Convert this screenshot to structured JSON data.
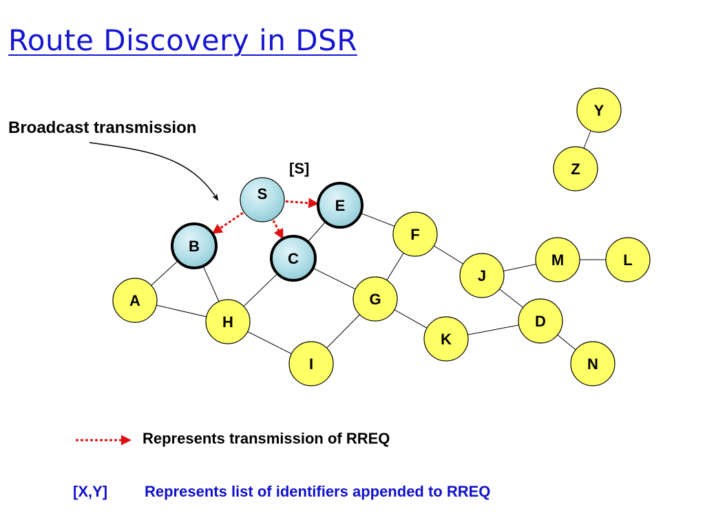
{
  "title": "Route Discovery in DSR",
  "broadcast_label": "Broadcast transmission",
  "route_record_label": "[S]",
  "legend": {
    "rreq_text": "Represents transmission of RREQ",
    "list_key": "[X,Y]",
    "list_text": "Represents list of identifiers appended to RREQ"
  },
  "colors": {
    "node_fill": "#ffff66",
    "visited_fill": "#a9dce6",
    "rreq_arrow": "#e01010",
    "title": "#1414d2"
  },
  "diagram": {
    "nodes": [
      {
        "id": "S",
        "state": "source"
      },
      {
        "id": "E",
        "state": "received"
      },
      {
        "id": "B",
        "state": "received"
      },
      {
        "id": "C",
        "state": "received"
      },
      {
        "id": "A",
        "state": "idle"
      },
      {
        "id": "H",
        "state": "idle"
      },
      {
        "id": "I",
        "state": "idle"
      },
      {
        "id": "G",
        "state": "idle"
      },
      {
        "id": "F",
        "state": "idle"
      },
      {
        "id": "K",
        "state": "idle"
      },
      {
        "id": "J",
        "state": "idle"
      },
      {
        "id": "M",
        "state": "idle"
      },
      {
        "id": "L",
        "state": "idle"
      },
      {
        "id": "D",
        "state": "idle"
      },
      {
        "id": "N",
        "state": "idle"
      },
      {
        "id": "Y",
        "state": "idle"
      },
      {
        "id": "Z",
        "state": "idle"
      }
    ],
    "links": [
      [
        "B",
        "A"
      ],
      [
        "B",
        "H"
      ],
      [
        "A",
        "H"
      ],
      [
        "C",
        "H"
      ],
      [
        "C",
        "G"
      ],
      [
        "E",
        "C"
      ],
      [
        "E",
        "F"
      ],
      [
        "H",
        "I"
      ],
      [
        "I",
        "G"
      ],
      [
        "G",
        "F"
      ],
      [
        "G",
        "K"
      ],
      [
        "F",
        "J"
      ],
      [
        "J",
        "M"
      ],
      [
        "M",
        "L"
      ],
      [
        "J",
        "D"
      ],
      [
        "K",
        "D"
      ],
      [
        "D",
        "N"
      ],
      [
        "Y",
        "Z"
      ]
    ],
    "rreq_transmissions": [
      [
        "S",
        "E"
      ],
      [
        "S",
        "B"
      ],
      [
        "S",
        "C"
      ]
    ]
  }
}
